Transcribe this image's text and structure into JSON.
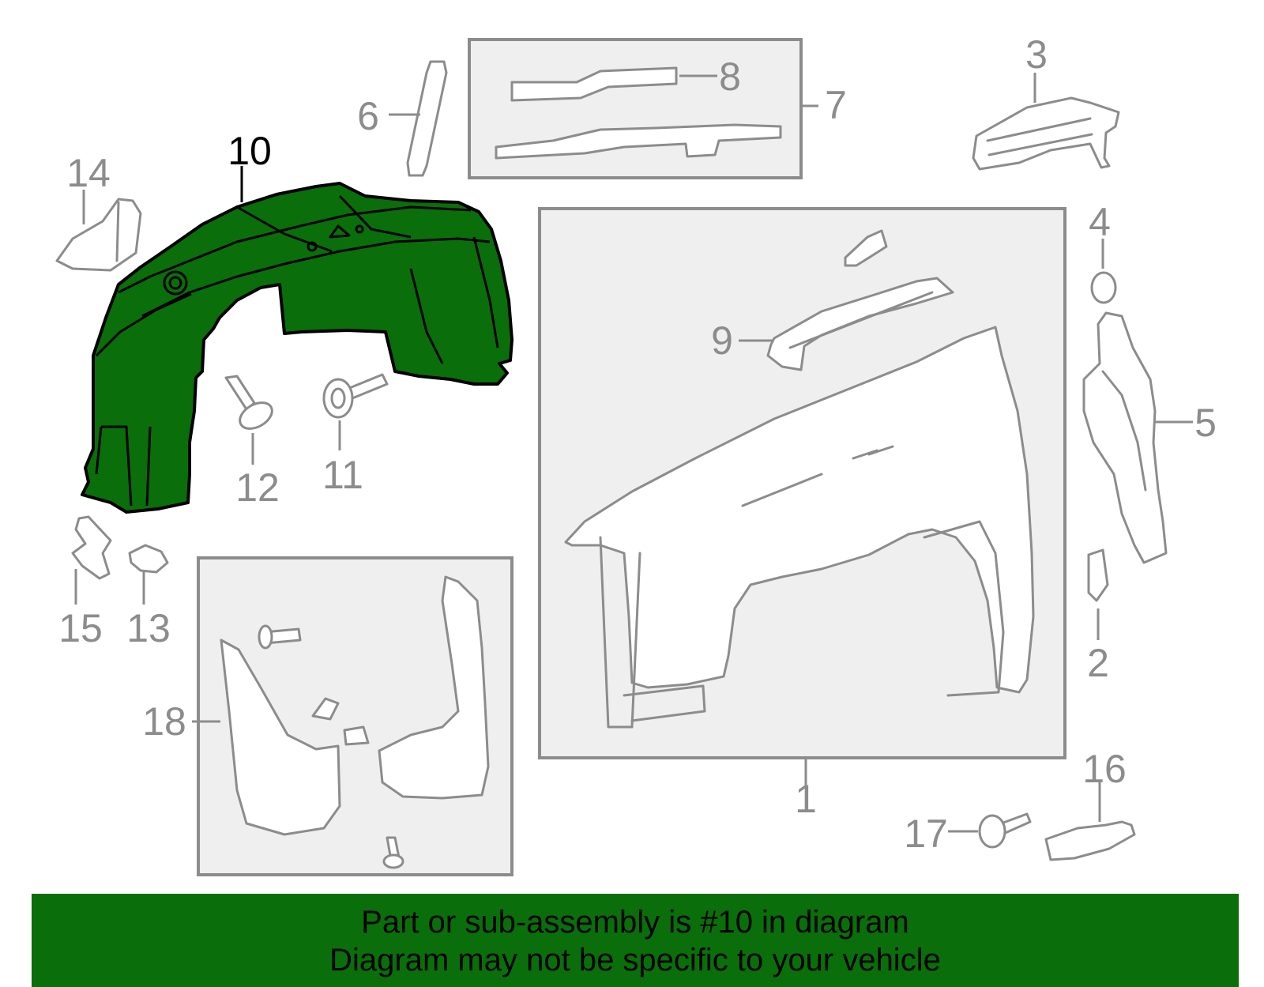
{
  "labels": {
    "l1": "1",
    "l2": "2",
    "l3": "3",
    "l4": "4",
    "l5": "5",
    "l6": "6",
    "l7": "7",
    "l8": "8",
    "l9": "9",
    "l10": "10",
    "l11": "11",
    "l12": "12",
    "l13": "13",
    "l14": "14",
    "l15": "15",
    "l16": "16",
    "l17": "17",
    "l18": "18"
  },
  "highlighted_part": "10",
  "colors": {
    "highlight": "#0a6e0a",
    "parts_stroke": "#8c8c8c",
    "box_fill": "#efefef"
  },
  "banner": {
    "line1": "Part or sub-assembly is #10 in diagram",
    "line2": "Diagram may not be specific to your vehicle"
  }
}
